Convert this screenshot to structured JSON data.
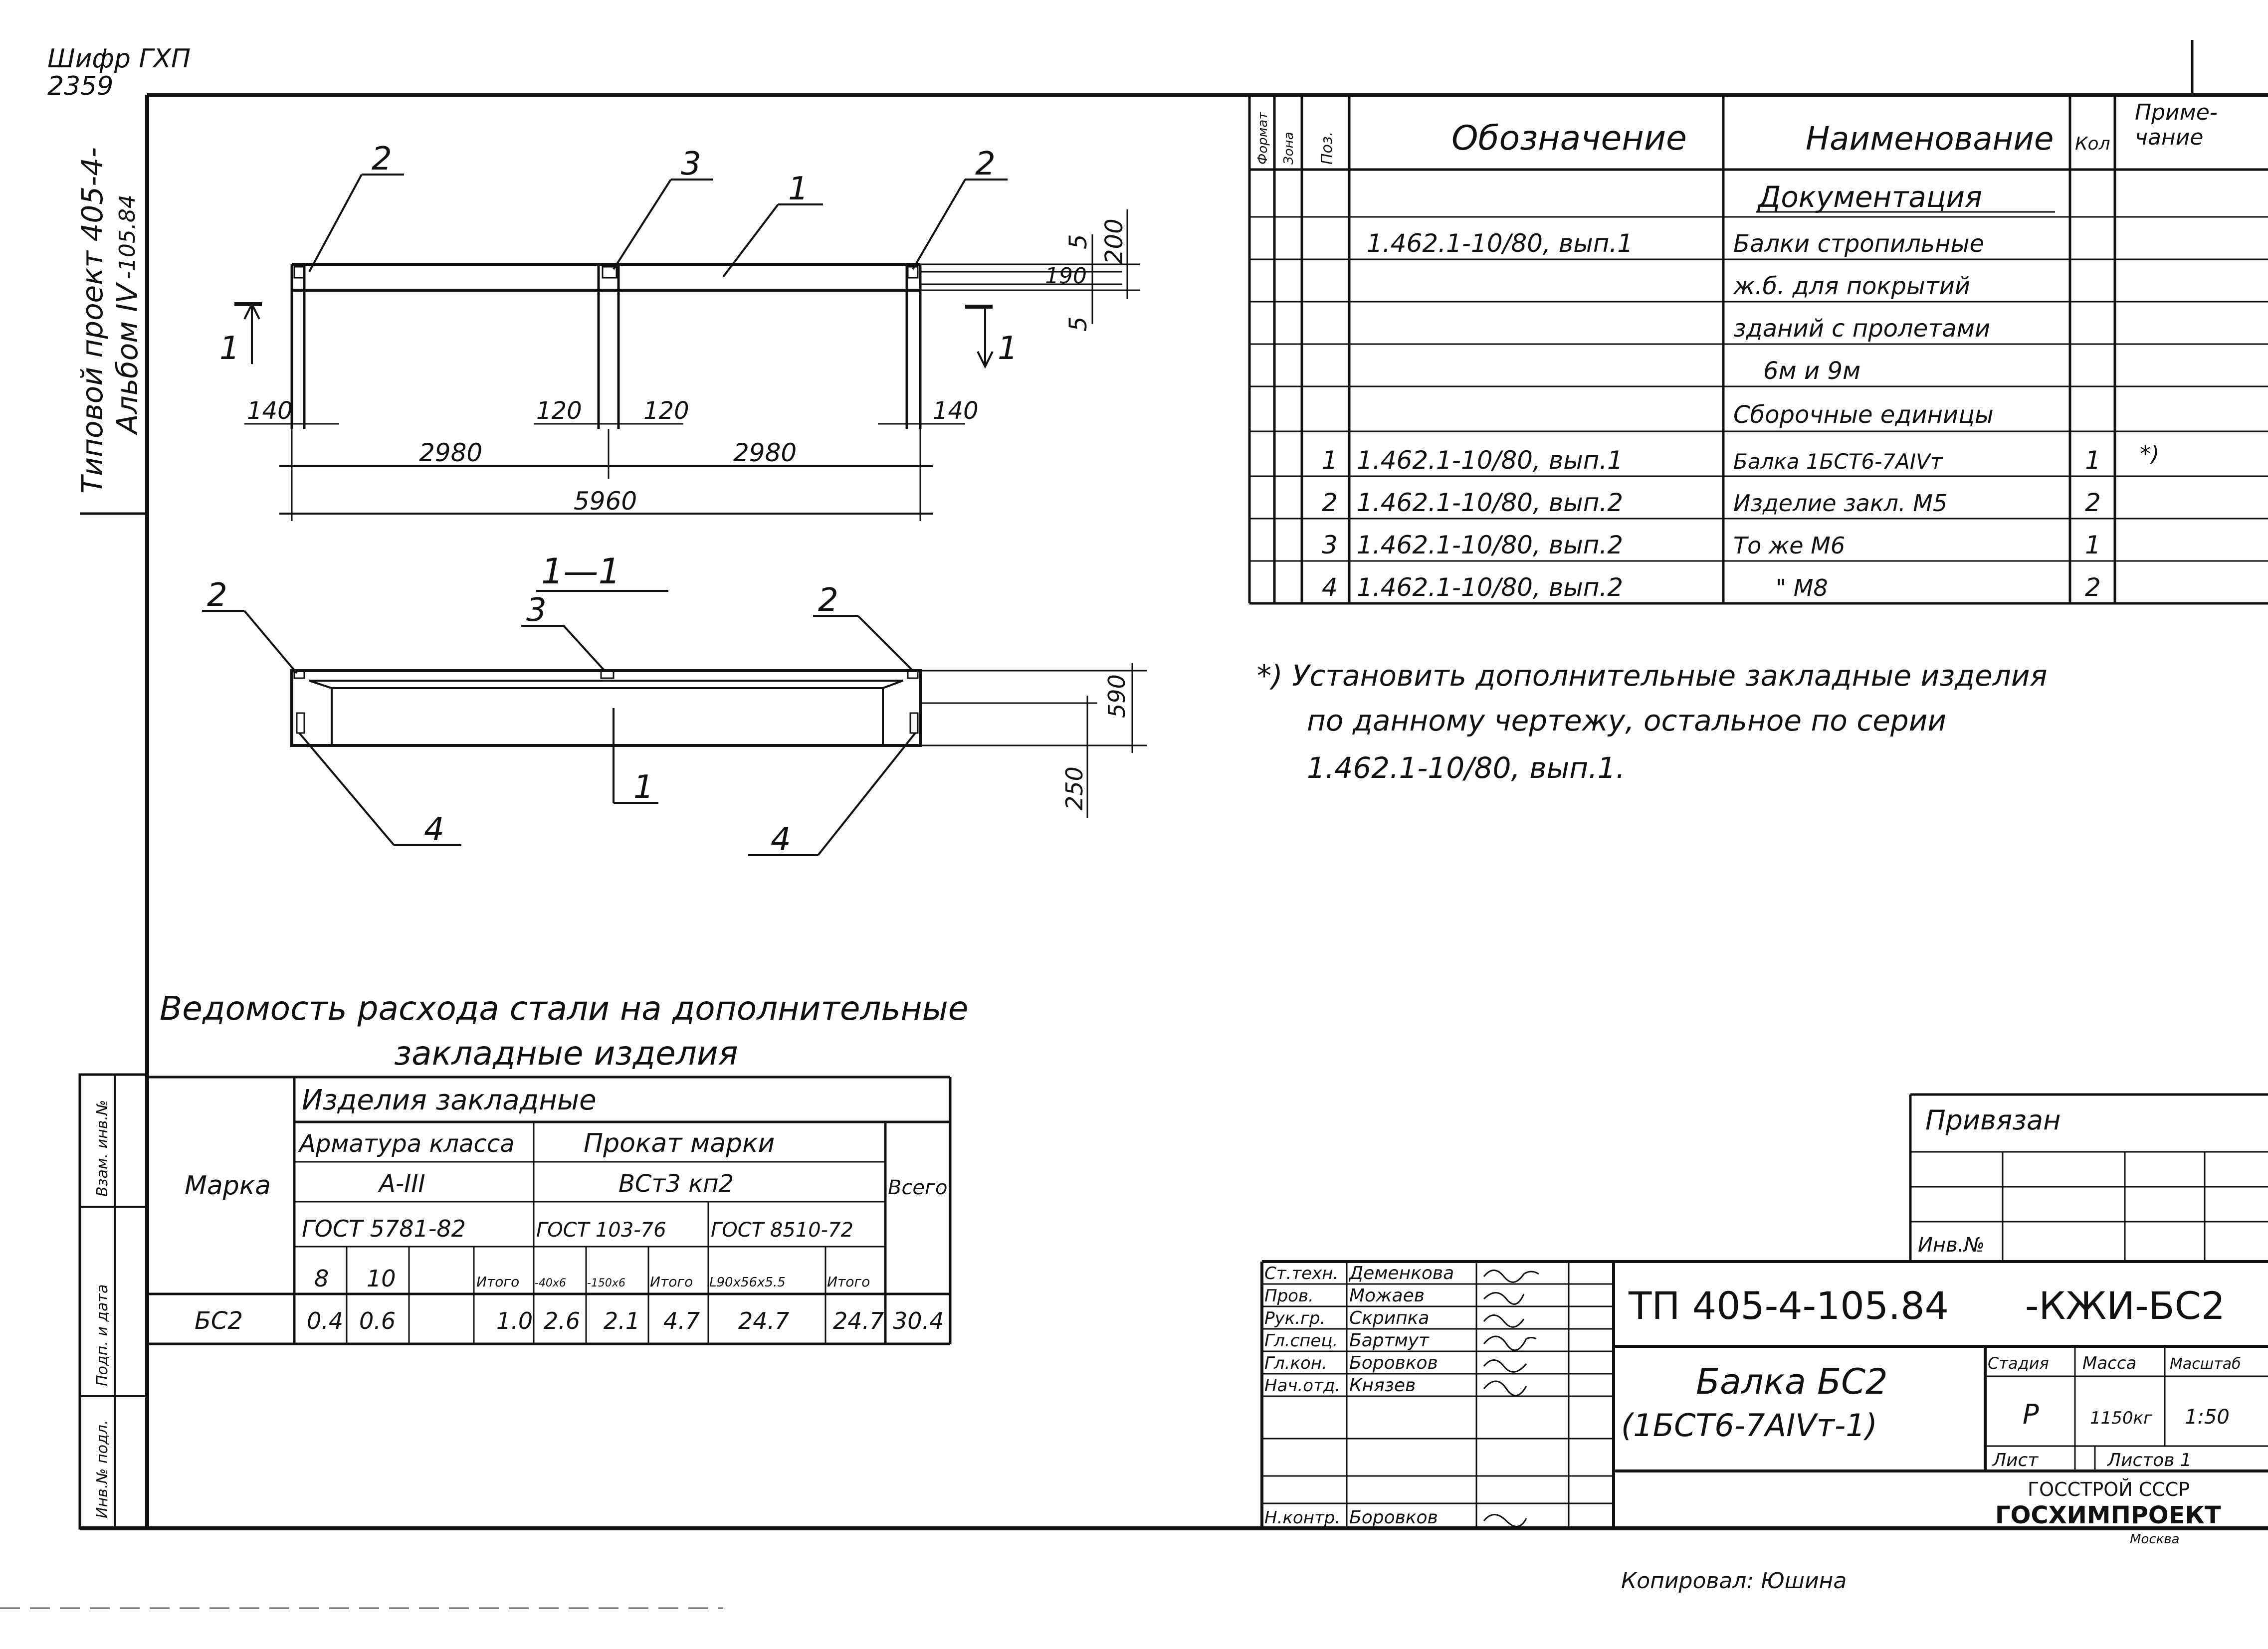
{
  "stamp": {
    "line1": "Шифр ГХП",
    "line2": "2359"
  },
  "sidebar": {
    "project": "Типовой проект 405-4-",
    "project_num": "-105.84",
    "album": "Альбом IV"
  },
  "left_strip": [
    "Инв.№ подл.",
    "Подп. и дата",
    "Взам. инв.№"
  ],
  "plan": {
    "callouts": [
      "2",
      "3",
      "1",
      "2"
    ],
    "section_mark": "1",
    "dims": {
      "d5a": "5",
      "d190": "190",
      "d200": "200",
      "d5b": "5",
      "d140a": "140",
      "d120a": "120",
      "d120b": "120",
      "d140b": "140",
      "d2980a": "2980",
      "d2980b": "2980",
      "d5960": "5960"
    }
  },
  "section": {
    "title": "1—1",
    "callouts": [
      "2",
      "3",
      "2",
      "1",
      "4",
      "4"
    ],
    "dims": {
      "d590": "590",
      "d250": "250"
    }
  },
  "spec": {
    "headers": [
      "Формат",
      "Зона",
      "Поз.",
      "Обозначение",
      "Наименование",
      "Кол",
      "Приме-",
      "чание"
    ],
    "rows": [
      {
        "pos": "",
        "des": "",
        "name": "Документация",
        "qty": "",
        "note": ""
      },
      {
        "pos": "",
        "des": "1.462.1-10/80, вып.1",
        "name": "Балки стропильные",
        "qty": "",
        "note": ""
      },
      {
        "pos": "",
        "des": "",
        "name": "ж.б. для покрытий",
        "qty": "",
        "note": ""
      },
      {
        "pos": "",
        "des": "",
        "name": "зданий с пролетами",
        "qty": "",
        "note": ""
      },
      {
        "pos": "",
        "des": "",
        "name": "6м и 9м",
        "qty": "",
        "note": ""
      },
      {
        "pos": "",
        "des": "",
        "name": "Сборочные единицы",
        "qty": "",
        "note": ""
      },
      {
        "pos": "1",
        "des": "1.462.1-10/80, вып.1",
        "name": "Балка 1БСТ6-7АIVт",
        "qty": "1",
        "note": "*)"
      },
      {
        "pos": "2",
        "des": "1.462.1-10/80, вып.2",
        "name": "Изделие закл. М5",
        "qty": "2",
        "note": ""
      },
      {
        "pos": "3",
        "des": "1.462.1-10/80, вып.2",
        "name": "То же М6",
        "qty": "1",
        "note": ""
      },
      {
        "pos": "4",
        "des": "1.462.1-10/80, вып.2",
        "name": "\" М8",
        "qty": "2",
        "note": ""
      }
    ]
  },
  "note": {
    "line1": "*) Установить дополнительные закладные изделия",
    "line2": "по данному чертежу, остальное по серии",
    "line3": "1.462.1-10/80, вып.1."
  },
  "steel": {
    "title1": "Ведомость расхода стали на дополнительные",
    "title2": "закладные изделия",
    "h_items": "Изделия закладные",
    "h_mark": "Марка",
    "h_rebar": "Арматура класса",
    "h_rolled": "Прокат марки",
    "h_total": "Всего",
    "h_a3": "А-III",
    "h_vst": "ВСт3 кп2",
    "h_gost1": "ГОСТ 5781-82",
    "h_gost2": "ГОСТ 103-76",
    "h_gost3": "ГОСТ 8510-72",
    "sub": [
      "8",
      "10",
      "",
      "Итого",
      "-40х6",
      "-150х6",
      "Итого",
      "L90х56х5.5",
      "Итого"
    ],
    "row": [
      "БС2",
      "0.4",
      "0.6",
      "",
      "1.0",
      "2.6",
      "2.1",
      "4.7",
      "24.7",
      "24.7",
      "30.4"
    ]
  },
  "binding": {
    "title": "Привязан",
    "inv": "Инв.№"
  },
  "titleblock": {
    "code": "ТП 405-4-105.84",
    "sheet_code": "-КЖИ-БС2",
    "name1": "Балка БС2",
    "name2": "(1БСТ6-7АIVт-1)",
    "roles": [
      {
        "role": "Ст.техн.",
        "name": "Деменкова"
      },
      {
        "role": "Пров.",
        "name": "Можаев"
      },
      {
        "role": "Рук.гр.",
        "name": "Скрипка"
      },
      {
        "role": "Гл.спец.",
        "name": "Бартмут"
      },
      {
        "role": "Гл.кон.",
        "name": "Боровков"
      },
      {
        "role": "Нач.отд.",
        "name": "Князев"
      },
      {
        "role": "Н.контр.",
        "name": "Боровков"
      }
    ],
    "h_stage": "Стадия",
    "h_mass": "Масса",
    "h_scale": "Масштаб",
    "stage": "Р",
    "mass": "1150кг",
    "scale": "1:50",
    "sheet": "Лист",
    "sheets": "Листов 1",
    "org1": "ГОССТРОЙ СССР",
    "org2": "ГОСХИМПРОЕКТ",
    "city": "Москва",
    "copied": "Копировал: Юшина"
  }
}
